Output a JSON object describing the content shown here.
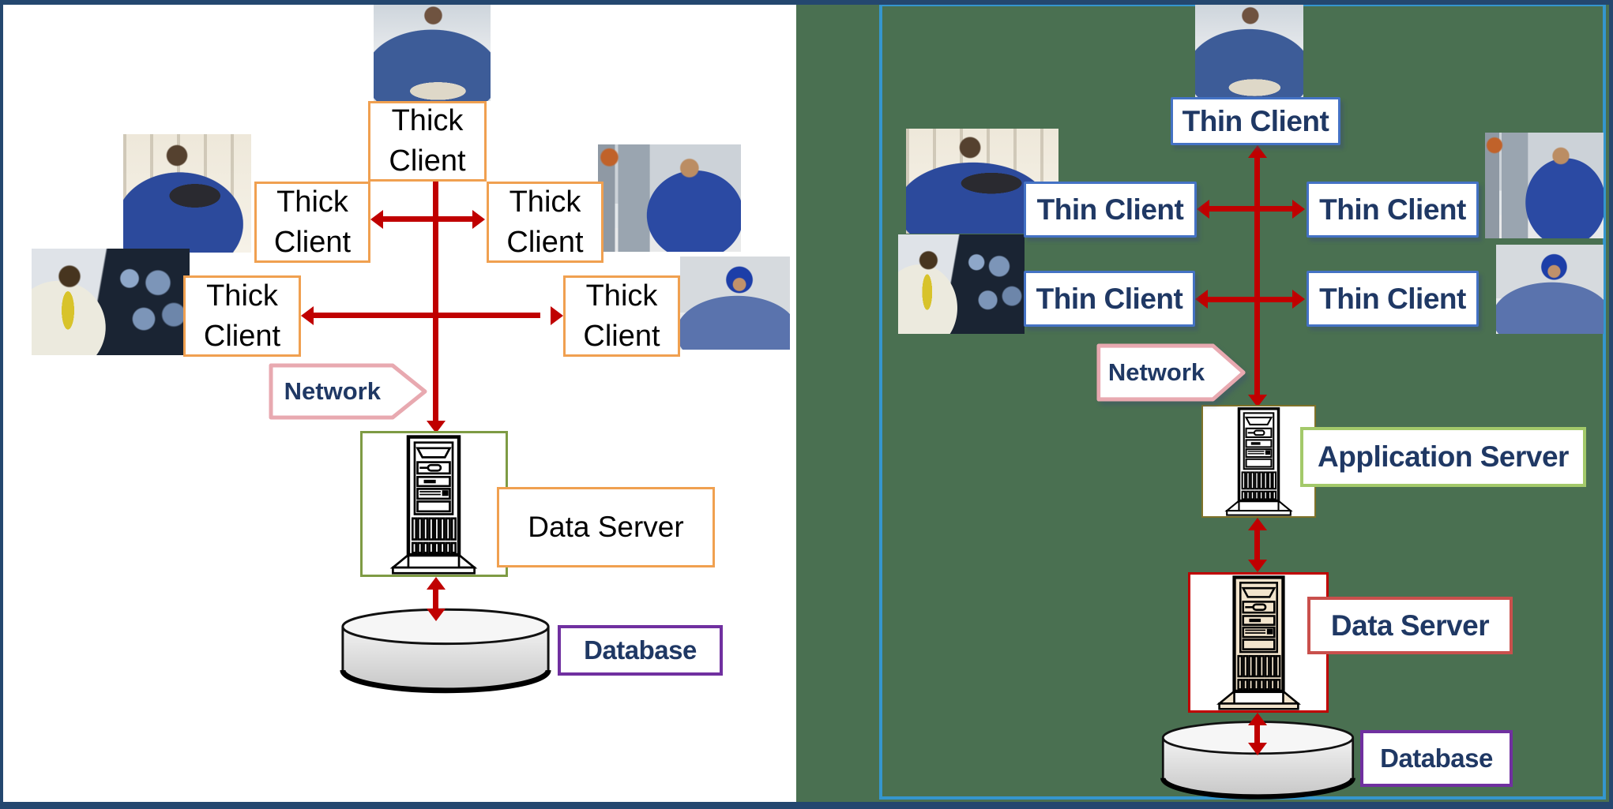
{
  "diagram": {
    "left_panel": {
      "background": "#FFFFFF",
      "architecture": "thick-client",
      "clients": [
        {
          "label": "Thick\nClient"
        },
        {
          "label": "Thick\nClient"
        },
        {
          "label": "Thick\nClient"
        },
        {
          "label": "Thick\nClient"
        },
        {
          "label": "Thick\nClient"
        }
      ],
      "network_label": "Network",
      "data_server_label": "Data Server",
      "database_label": "Database"
    },
    "right_panel": {
      "background": "#4A7051",
      "architecture": "thin-client",
      "clients": [
        {
          "label": "Thin Client"
        },
        {
          "label": "Thin Client"
        },
        {
          "label": "Thin Client"
        },
        {
          "label": "Thin Client"
        },
        {
          "label": "Thin Client"
        }
      ],
      "network_label": "Network",
      "application_server_label": "Application Server",
      "data_server_label": "Data Server",
      "database_label": "Database"
    },
    "colors": {
      "arrow_red": "#C00000",
      "text_navy": "#1F3864",
      "thick_client_border_orange": "#F0A050",
      "thin_client_border_blue": "#4472C4",
      "network_border_pink": "#E8A9B0",
      "server_box_border_olive": "#7E9B44",
      "app_server_box_border_dark_olive": "#7F7229",
      "app_server_label_border_green": "#A3C96A",
      "data_server_box_border_red": "#C00000",
      "data_server_label_border_red": "#C9504C",
      "database_label_border_purple": "#7030A0",
      "frame_navy": "#24476F",
      "panel_border_blue": "#3596CE",
      "panel_green": "#4A7051"
    },
    "photos": [
      "nurse-with-tablet",
      "male-nurse-with-tablet",
      "woman-at-workstation",
      "doctor-reviewing-brain-scans",
      "woman-in-hijab-at-laptop"
    ]
  }
}
